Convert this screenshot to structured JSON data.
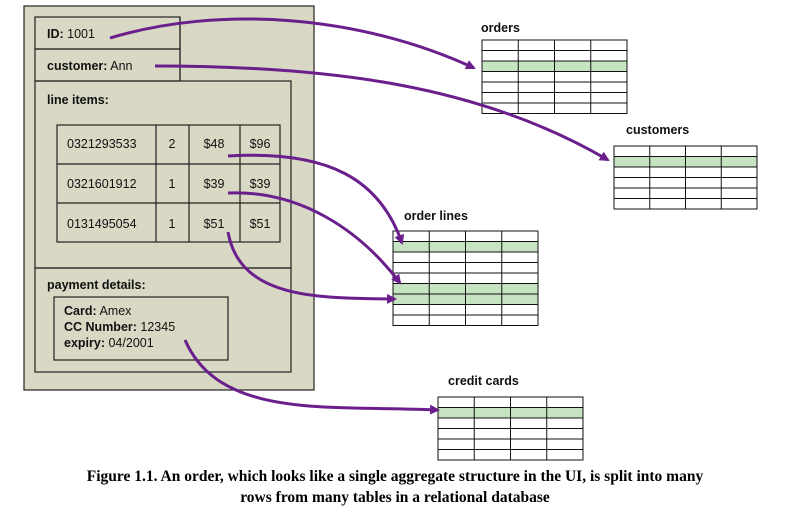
{
  "order": {
    "id_label": "ID:",
    "id_value": "1001",
    "customer_label": "customer:",
    "customer_value": "Ann",
    "line_items_label": "line items:",
    "line_items": [
      {
        "isbn": "0321293533",
        "qty": "2",
        "price": "$48",
        "total": "$96"
      },
      {
        "isbn": "0321601912",
        "qty": "1",
        "price": "$39",
        "total": "$39"
      },
      {
        "isbn": "0131495054",
        "qty": "1",
        "price": "$51",
        "total": "$51"
      }
    ],
    "payment_label": "payment details:",
    "card_label": "Card:",
    "card_value": "Amex",
    "cc_label": "CC Number:",
    "cc_value": "12345",
    "expiry_label": "expiry:",
    "expiry_value": "04/2001"
  },
  "tables": {
    "orders": "orders",
    "customers": "customers",
    "order_lines": "order lines",
    "credit_cards": "credit cards"
  },
  "colors": {
    "arrow": "#6b1f8c",
    "aggregate_fill": "#d8d8c4",
    "highlight_row": "#c6e4c1"
  },
  "caption": {
    "line1": "Figure 1.1. An order, which looks like a single aggregate structure in the UI, is split into many",
    "line2": "rows from many tables in a relational database"
  }
}
